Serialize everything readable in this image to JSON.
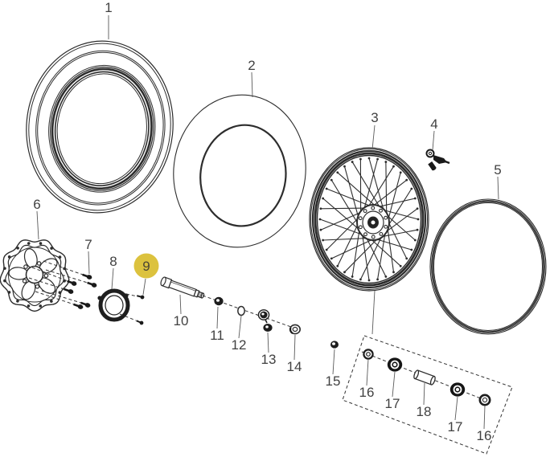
{
  "diagram": {
    "colors": {
      "background": "#ffffff",
      "line": "#2d2d2d",
      "label": "#414141",
      "highlight_fill": "#dcc23e"
    },
    "callouts": [
      {
        "n": "1"
      },
      {
        "n": "2"
      },
      {
        "n": "3"
      },
      {
        "n": "4"
      },
      {
        "n": "5"
      },
      {
        "n": "6"
      },
      {
        "n": "7"
      },
      {
        "n": "8"
      },
      {
        "n": "9",
        "highlighted": true
      },
      {
        "n": "10"
      },
      {
        "n": "11"
      },
      {
        "n": "12"
      },
      {
        "n": "13"
      },
      {
        "n": "14"
      },
      {
        "n": "15"
      },
      {
        "n": "16"
      },
      {
        "n": "17"
      },
      {
        "n": "18"
      },
      {
        "n": "17"
      },
      {
        "n": "16"
      }
    ]
  }
}
